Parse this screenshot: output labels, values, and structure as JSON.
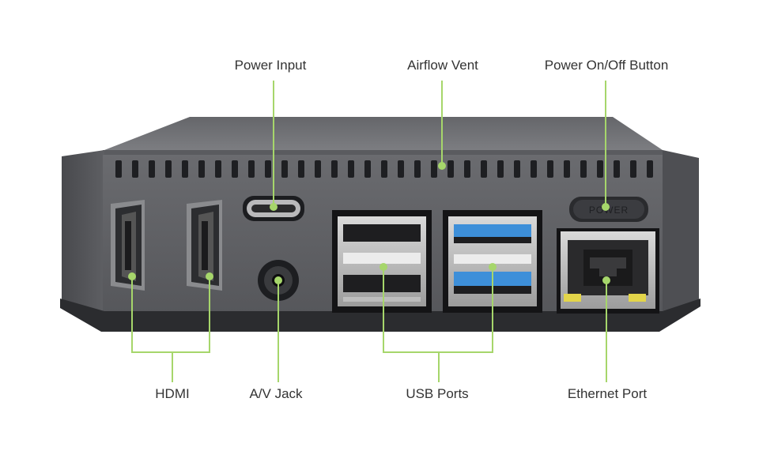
{
  "labels": {
    "power_input": "Power Input",
    "airflow_vent": "Airflow Vent",
    "power_button": "Power On/Off Button",
    "hdmi": "HDMI",
    "av_jack": "A/V Jack",
    "usb_ports": "USB Ports",
    "ethernet_port": "Ethernet Port"
  },
  "device": {
    "button_text": "POWER"
  },
  "colors": {
    "callout_line": "#a6d66b",
    "body_front": "#5d5e62",
    "body_top": "#707175",
    "base": "#2a2b2e",
    "usb3_blue": "#3d8fd9",
    "led_yellow": "#e3d54a",
    "led_green": "#7ed957"
  }
}
